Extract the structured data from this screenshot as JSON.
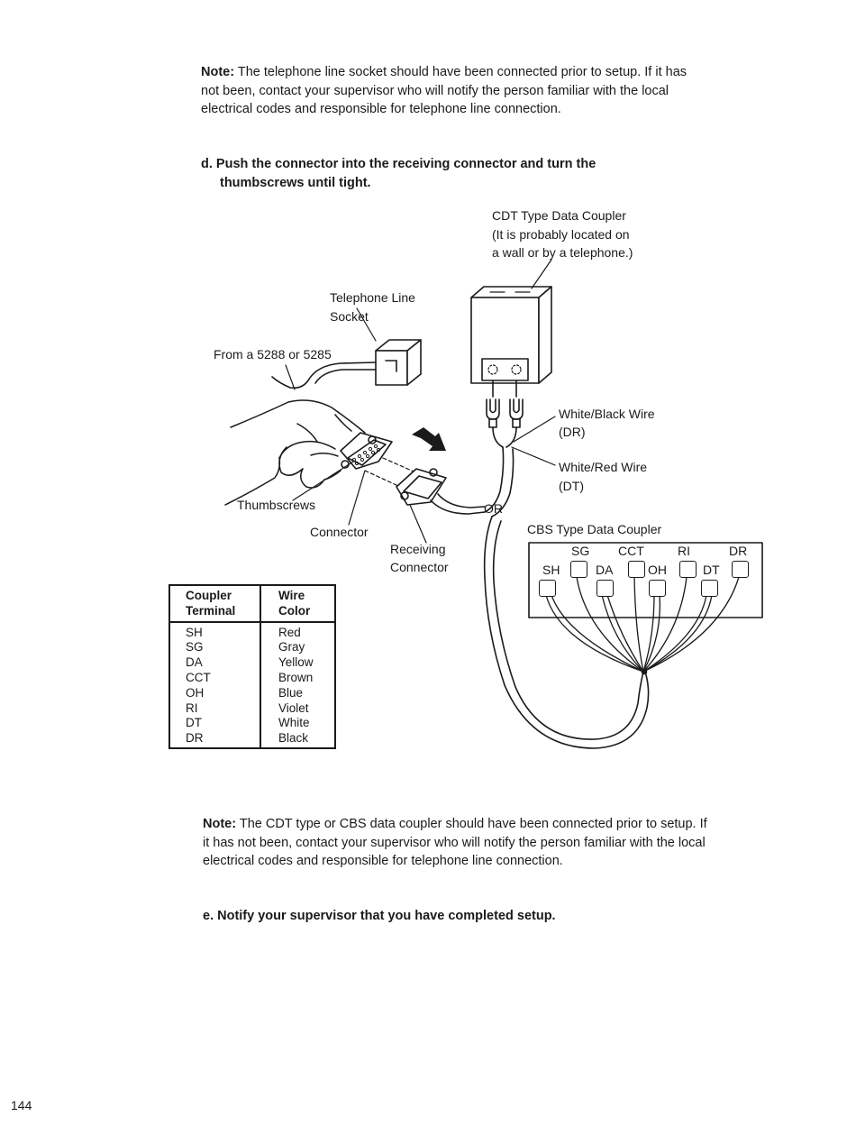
{
  "note1": {
    "label": "Note:",
    "text": "The telephone line socket should have been connected prior to setup. If it has not been, contact your supervisor who will notify the person familiar with the local electrical codes and responsible for telephone line connection."
  },
  "step_d": {
    "line1": "d. Push the connector into the receiving connector and turn the",
    "line2": "thumbscrews until tight."
  },
  "figure": {
    "cdt_line1": "CDT Type Data Coupler",
    "cdt_line2": "(It is probably located on",
    "cdt_line3": "a wall or by a telephone.)",
    "socket_line1": "Telephone Line",
    "socket_line2": "Socket",
    "from": "From a 5288 or 5285",
    "white_black": "White/Black Wire",
    "dr": "(DR)",
    "white_red": "White/Red Wire",
    "dt": "(DT)",
    "thumbscrews": "Thumbscrews",
    "or": "OR",
    "connector": "Connector",
    "receiving1": "Receiving",
    "receiving2": "Connector",
    "cbs_title": "CBS Type Data Coupler",
    "cbs_top": [
      "SG",
      "CCT",
      "RI",
      "DR"
    ],
    "cbs_bottom": [
      "SH",
      "DA",
      "OH",
      "DT"
    ]
  },
  "wire_table": {
    "header_terminal_1": "Coupler",
    "header_terminal_2": "Terminal",
    "header_color_1": "Wire",
    "header_color_2": "Color",
    "rows": [
      {
        "terminal": "SH",
        "color": "Red"
      },
      {
        "terminal": "SG",
        "color": "Gray"
      },
      {
        "terminal": "DA",
        "color": "Yellow"
      },
      {
        "terminal": "CCT",
        "color": "Brown"
      },
      {
        "terminal": "OH",
        "color": "Blue"
      },
      {
        "terminal": "RI",
        "color": "Violet"
      },
      {
        "terminal": "DT",
        "color": "White"
      },
      {
        "terminal": "DR",
        "color": "Black"
      }
    ]
  },
  "note2": {
    "label": "Note:",
    "text": "The CDT type or CBS data coupler should have been connected prior to setup. If it has not been, contact your supervisor who will notify the person familiar with the local electrical codes and responsible for telephone line connection."
  },
  "step_e": "e. Notify your supervisor that you have completed setup.",
  "page_number": "144"
}
